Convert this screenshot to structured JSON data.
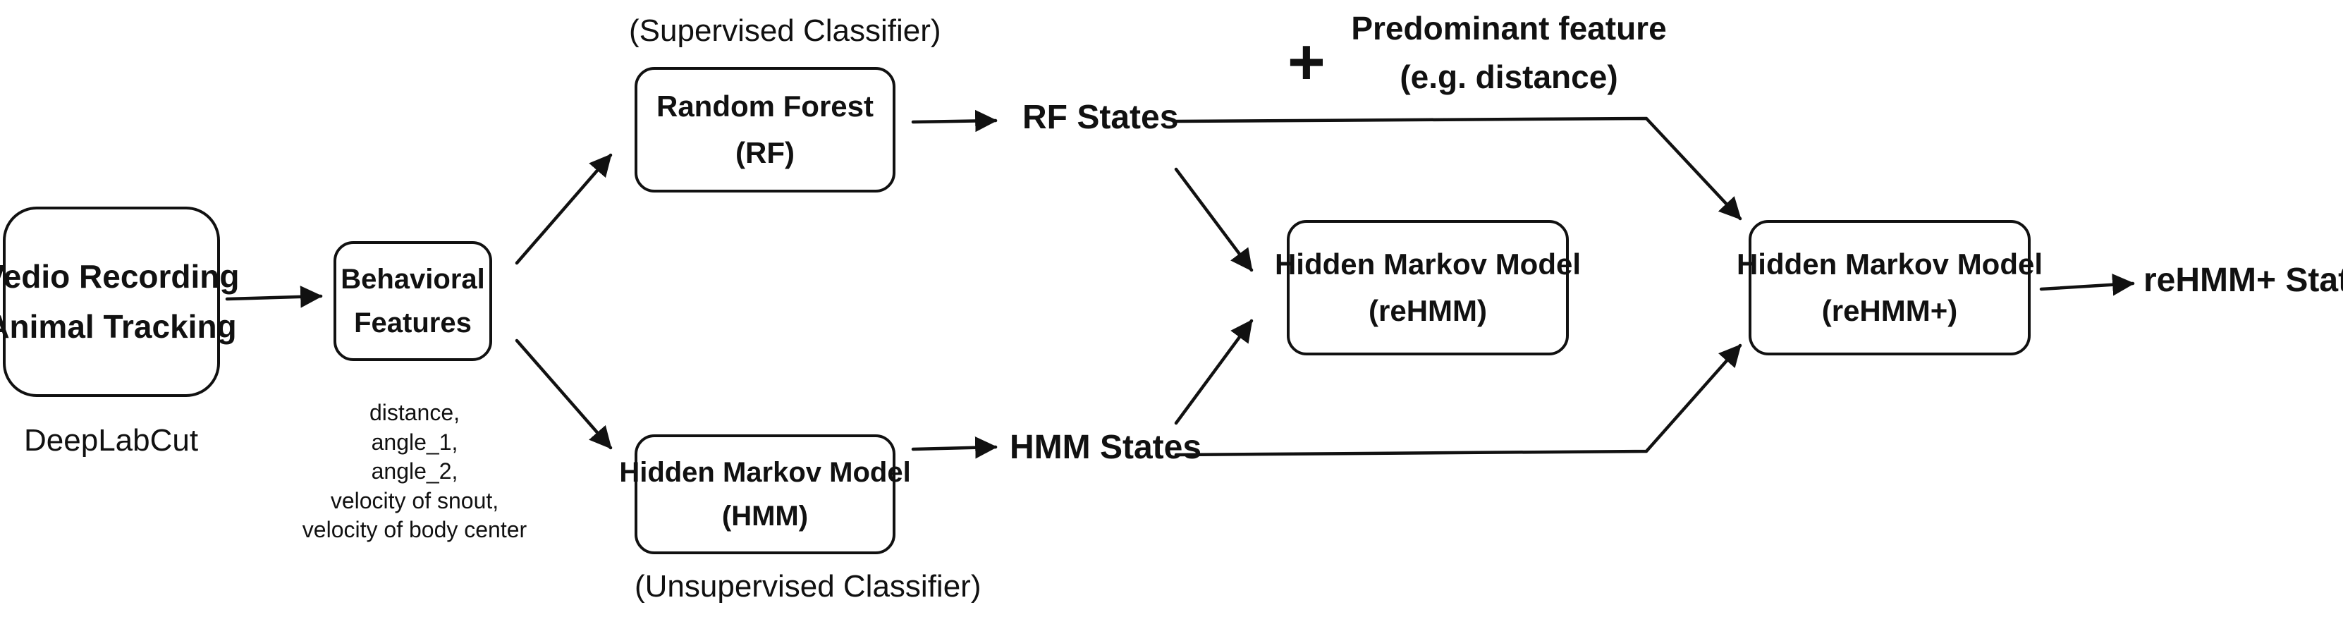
{
  "diagram": {
    "source_box": {
      "line1": "Vedio Recording",
      "line2": "Animal Tracking",
      "caption": "DeepLabCut"
    },
    "features_box": {
      "line1": "Behavioral",
      "line2": "Features",
      "feature_list": [
        "distance,",
        "angle_1,",
        "angle_2,",
        "velocity of snout,",
        "velocity of body center"
      ]
    },
    "rf_box": {
      "caption": "(Supervised Classifier)",
      "line1": "Random Forest",
      "line2": "(RF)"
    },
    "hmm_box": {
      "line1": "Hidden Markov Model",
      "line2": "(HMM)",
      "caption": "(Unsupervised Classifier)"
    },
    "rf_states": "RF States",
    "hmm_states": "HMM States",
    "plus_symbol": "+",
    "predominant_feature": {
      "line1": "Predominant feature",
      "line2": "(e.g. distance)"
    },
    "rehmm_box": {
      "line1": "Hidden Markov Model",
      "line2": "(reHMM)"
    },
    "rehmm_plus_box": {
      "line1": "Hidden Markov Model",
      "line2": "(reHMM+)"
    },
    "output_states": "reHMM+ States"
  }
}
